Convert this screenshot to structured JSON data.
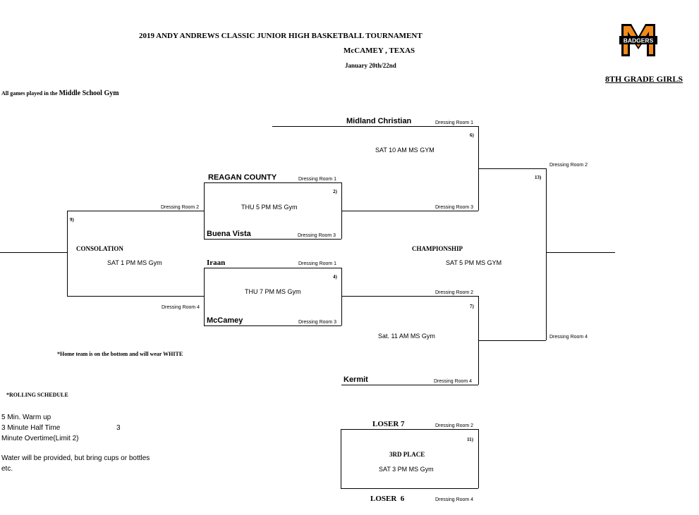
{
  "header": {
    "title": "2019 ANDY ANDREWS CLASSIC JUNIOR HIGH BASKETBALL TOURNAMENT",
    "location": "McCAMEY , TEXAS",
    "dates": "January 20th/22nd",
    "division": "8TH GRADE GIRLS",
    "logo_text": "BADGERS",
    "logo_letter": "M"
  },
  "venue_note": {
    "prefix": "All games played in the",
    "venue": "Middle School Gym"
  },
  "games": {
    "g2": {
      "number": "2)",
      "time": "THU 5 PM MS Gym",
      "top_team": "REAGAN COUNTY",
      "top_room": "Dressing Room 1",
      "bottom_team": "Buena Vista",
      "bottom_room": "Dressing Room 3"
    },
    "g4": {
      "number": "4)",
      "time": "THU 7 PM MS Gym",
      "top_team": "Iraan",
      "top_room": "Dressing Room 1",
      "bottom_team": "McCamey",
      "bottom_room": "Dressing Room 3"
    },
    "g6": {
      "number": "6)",
      "time": "SAT 10 AM MS GYM",
      "top_team": "Midland Christian",
      "top_room": "Dressing Room 1",
      "bottom_room": "Dressing Room 3"
    },
    "g7": {
      "number": "7)",
      "time": "Sat. 11 AM MS Gym",
      "top_room": "Dressing Room 2",
      "bottom_team": "Kermit",
      "bottom_room": "Dressing Room 4"
    },
    "g9": {
      "number": "9)",
      "label": "CONSOLATION",
      "time": "SAT 1 PM MS Gym",
      "top_room": "Dressing Room 2",
      "bottom_room": "Dressing Room 4"
    },
    "g11": {
      "number": "11)",
      "label": "3RD PLACE",
      "time": "SAT 3 PM MS Gym",
      "top_team": "LOSER 7",
      "top_room": "Dressing Room 2",
      "bottom_team": "LOSER  6",
      "bottom_room": "Dressing Room 4"
    },
    "g13": {
      "number": "13)",
      "label": "CHAMPIONSHIP",
      "time": "SAT 5 PM MS GYM",
      "top_room": "Dressing Room 2",
      "bottom_room": "Dressing Room 4"
    }
  },
  "notes": {
    "home_team": "*Home team is on the bottom and will wear WHITE",
    "rolling_title": "*ROLLING SCHEDULE",
    "warmup": "5 Min. Warm up",
    "halftime": "3 Minute Half Time",
    "halftime_num": "3",
    "overtime": "Minute Overtime(Limit 2)",
    "water_line1": "Water will be provided, but bring cups or bottles",
    "water_line2": "etc."
  }
}
